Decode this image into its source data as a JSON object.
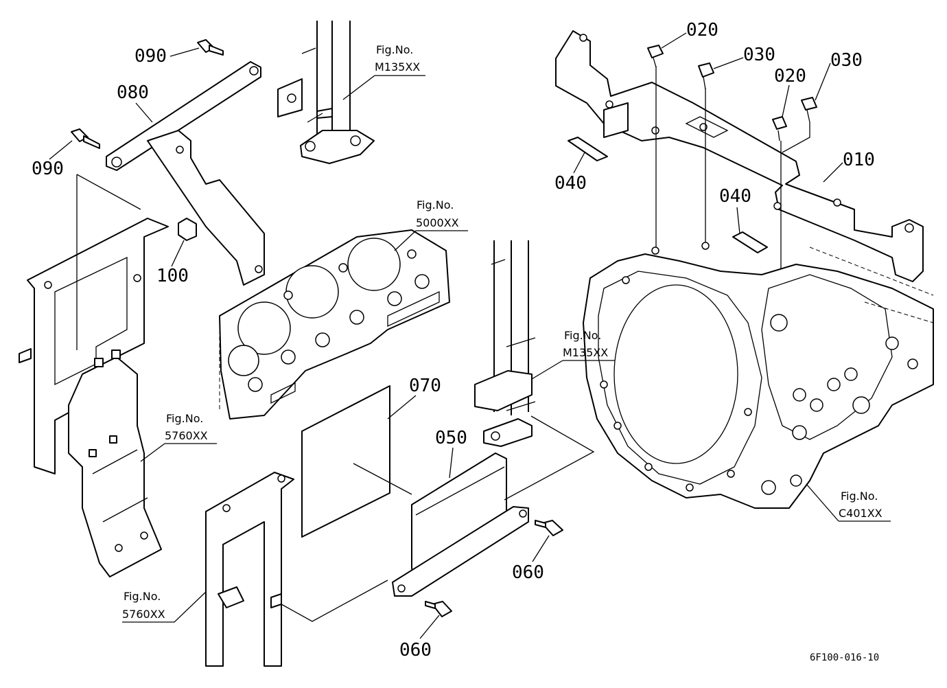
{
  "callouts": {
    "p090_a": "090",
    "p080": "080",
    "p090_b": "090",
    "p100": "100",
    "p020_a": "020",
    "p030_a": "030",
    "p020_b": "020",
    "p030_b": "030",
    "p010": "010",
    "p040_a": "040",
    "p040_b": "040",
    "p070": "070",
    "p050": "050",
    "p060_a": "060",
    "p060_b": "060"
  },
  "figure_refs": {
    "m135_top": {
      "label": "Fig.No.",
      "code": "M135XX"
    },
    "f5000": {
      "label": "Fig.No.",
      "code": "5000XX"
    },
    "m135_mid": {
      "label": "Fig.No.",
      "code": "M135XX"
    },
    "f5760_a": {
      "label": "Fig.No.",
      "code": "5760XX"
    },
    "f5760_b": {
      "label": "Fig.No.",
      "code": "5760XX"
    },
    "c401": {
      "label": "Fig.No.",
      "code": "C401XX"
    }
  },
  "document_id": "6F100-016-10"
}
